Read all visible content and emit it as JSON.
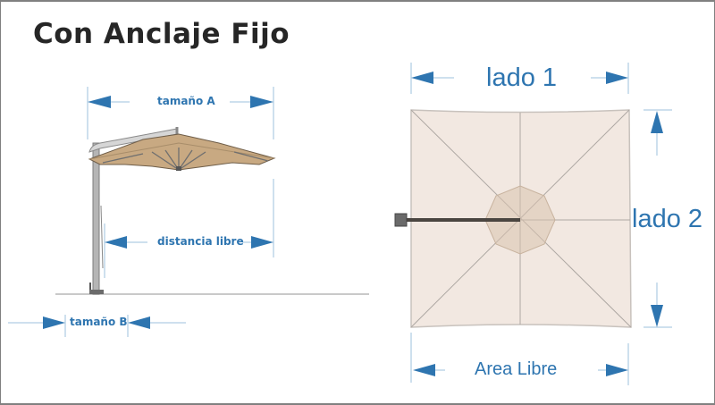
{
  "title": "Con Anclaje Fijo",
  "side_view": {
    "label_size_a": "tamaño A",
    "label_clearance": "distancia libre",
    "label_size_b": "tamaño B"
  },
  "top_view": {
    "label_side_1": "lado 1",
    "label_side_2": "lado 2",
    "label_free_area": "Area Libre"
  },
  "colors": {
    "dimension_blue": "#2e75b0",
    "guide_line_blue": "#9cc2de",
    "canopy_tan": "#c8a982",
    "canopy_top_fill": "#f2e8e1",
    "title_dark": "#262626"
  }
}
